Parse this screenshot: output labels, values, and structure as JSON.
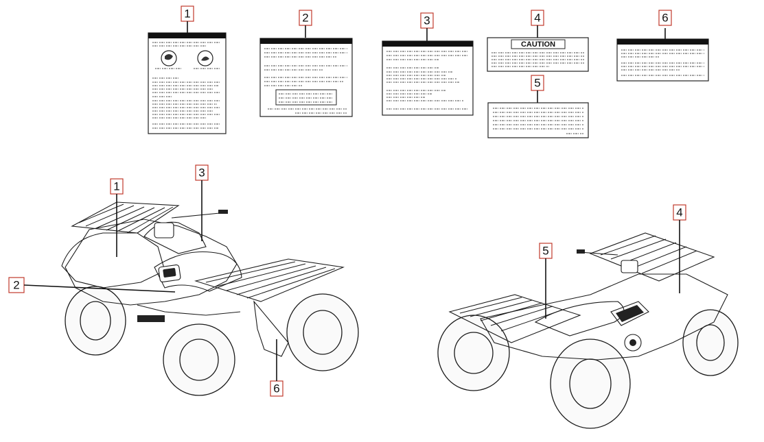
{
  "diagram": {
    "callout_numbers": [
      "1",
      "2",
      "3",
      "4",
      "5",
      "6"
    ],
    "caution_label_heading": "CAUTION",
    "label_colors": {
      "callout_border": "#c0392b",
      "ink": "#111111"
    }
  }
}
